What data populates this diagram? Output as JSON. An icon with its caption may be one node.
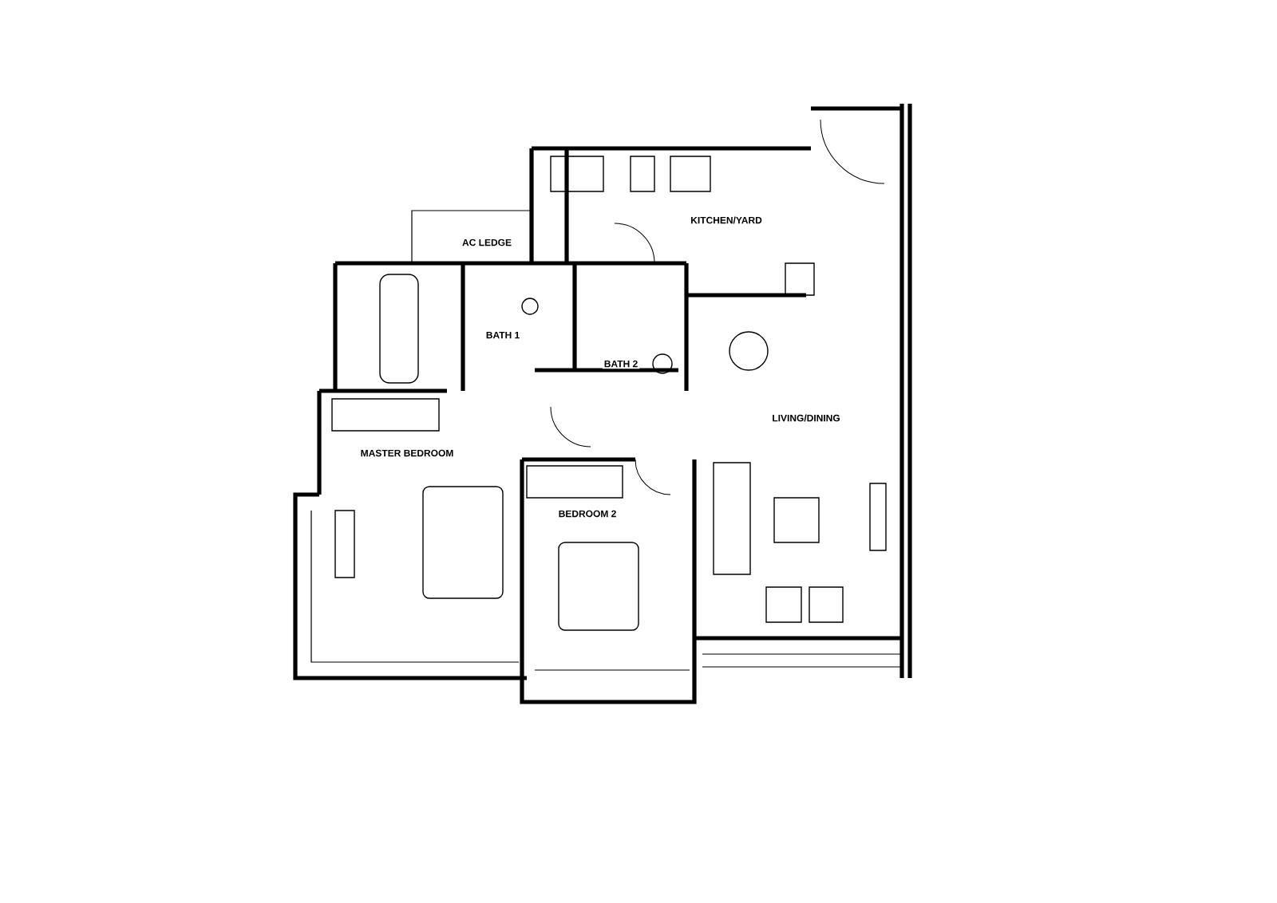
{
  "diagram": {
    "labels": [
      "AC LEDGE",
      "KITCHEN/YARD",
      "BATH 1",
      "BATH 2",
      "LIVING/DINING",
      "MASTER BEDROOM",
      "BEDROOM 2"
    ]
  }
}
